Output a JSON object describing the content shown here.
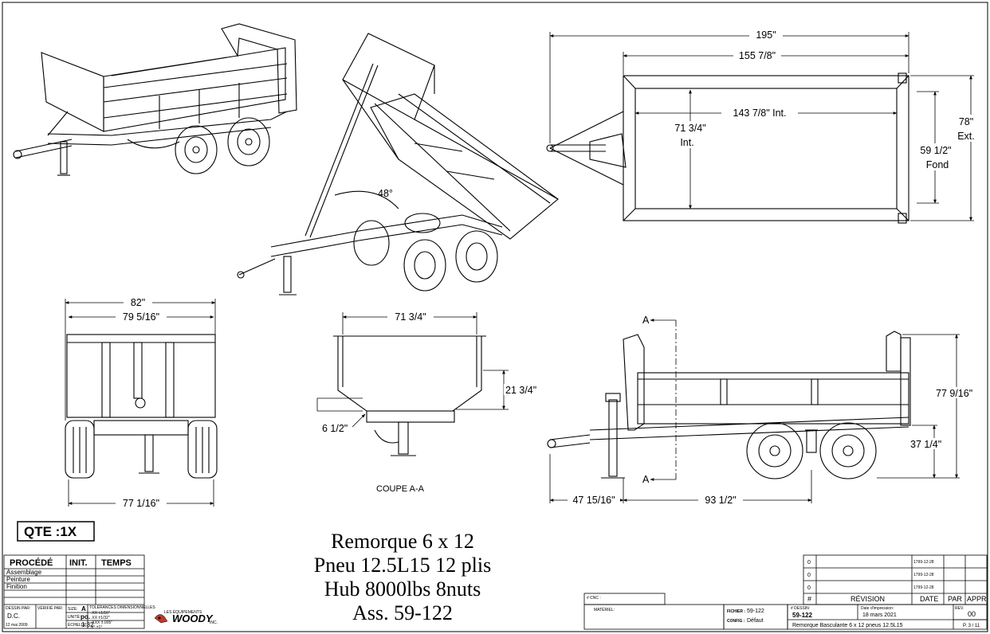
{
  "title_block": {
    "qte": "QTE :1X",
    "description_lines": [
      "Remorque 6 x 12",
      "Pneu 12.5L15 12 plis",
      "Hub 8000lbs 8nuts",
      "Ass. 59-122"
    ],
    "procede": {
      "headers": [
        "PROCÉDÉ",
        "INIT.",
        "TEMPS"
      ],
      "rows": [
        "Assemblage",
        "Peinture",
        "Finition"
      ]
    },
    "dessin_par_label": "DESSIN PAR:",
    "verifie_par_label": "VÉRIFIÉ PAR:",
    "dessin_par": "D.C.",
    "dessin_date": "12 mai 2009",
    "size_label": "SIZE:",
    "size": "A",
    "unite_label": "UNITÉ:",
    "unite": "po.",
    "echelle_label": "ÉCHELLE:",
    "echelle": "1:32",
    "tolerances_label": "TOLÉRANCES DIMENSIONNELLES",
    "tolerances": [
      ".XX ±1/16\"",
      ".XX ±1/32\"",
      ".XXX ±.005\"",
      "X° ±1°"
    ],
    "brand_small": "LES ÉQUIPEMENTS",
    "brand": "WOODY",
    "brand_suffix": "INC.",
    "cnc_label": "# CNC :",
    "materiel_label": "MATÉRIEL:",
    "fichier_label": "FICHIER :",
    "fichier": "59-122",
    "config_label": "CONFIG :",
    "config": "Défaut",
    "dessin_no_label": "# DESSIN:",
    "dessin_no": "59-122",
    "date_impression_label": "Date d'impression:",
    "date_impression": "18 mars 2021",
    "rev_label": "REV.",
    "rev": "00",
    "footer_desc": "Remorque Basculante 6 x 12 pneus 12.5L15",
    "page": "P. 3 / 11",
    "revision_headers": [
      "#",
      "RÉVISION",
      "DATE",
      "PAR",
      "APPR"
    ],
    "revision_rows": [
      {
        "num": "0",
        "date": "1799-12-28"
      },
      {
        "num": "0",
        "date": "1799-12-28"
      },
      {
        "num": "0",
        "date": "1799-12-28"
      }
    ]
  },
  "dimensions": {
    "top_overall": "195\"",
    "top_box": "155 7/8\"",
    "top_int_length": "143 7/8\" Int.",
    "top_int_width_1": "71 3/4\"",
    "top_int_width_2": "Int.",
    "top_ext_width_1": "78\"",
    "top_ext_width_2": "Ext.",
    "top_floor_1": "59 1/2\"",
    "top_floor_2": "Fond",
    "tilt_angle": "48°",
    "rear_overall": "82\"",
    "rear_box": "79 5/16\"",
    "rear_track": "77 1/16\"",
    "section_width": "71 3/4\"",
    "section_height": "21 3/4\"",
    "section_bottom": "6 1/2\"",
    "section_label": "COUPE A-A",
    "side_height": "77 9/16\"",
    "side_bed_height": "37 1/4\"",
    "side_tongue": "47 15/16\"",
    "side_to_axle": "93 1/2\"",
    "section_marker": "A"
  }
}
